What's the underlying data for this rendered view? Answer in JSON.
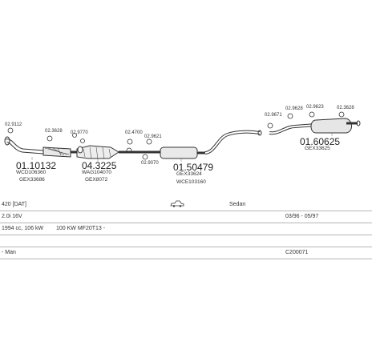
{
  "parts": {
    "p1": {
      "number": "01.10132",
      "codes": [
        "WCD106360",
        "GEX33686"
      ]
    },
    "p2": {
      "number": "04.3225",
      "codes": [
        "WAG104070",
        "GEX8072"
      ]
    },
    "p3": {
      "number": "01.50479",
      "codes": [
        "GEX33624",
        "WCE103160"
      ]
    },
    "p4": {
      "number": "01.60625",
      "codes": [
        "GEX33625"
      ]
    }
  },
  "clamps": [
    "02.9112",
    "02.3628",
    "02.9770",
    "02.4700",
    "02.9621",
    "02.9070",
    "02.9671",
    "02.9628",
    "02.9623",
    "02.3628"
  ],
  "vehicle": {
    "model": "420 [DAT]",
    "body": "Sedan",
    "engine": "2.0i 16V",
    "period": "03/96 - 05/97",
    "spec": "1994 cc, 106 kW",
    "spec2": "100 KW MF20T13 -",
    "transmission": "- Man",
    "ref": "C200071"
  },
  "colors": {
    "line": "#333333",
    "grid": "#b5b5b5"
  }
}
